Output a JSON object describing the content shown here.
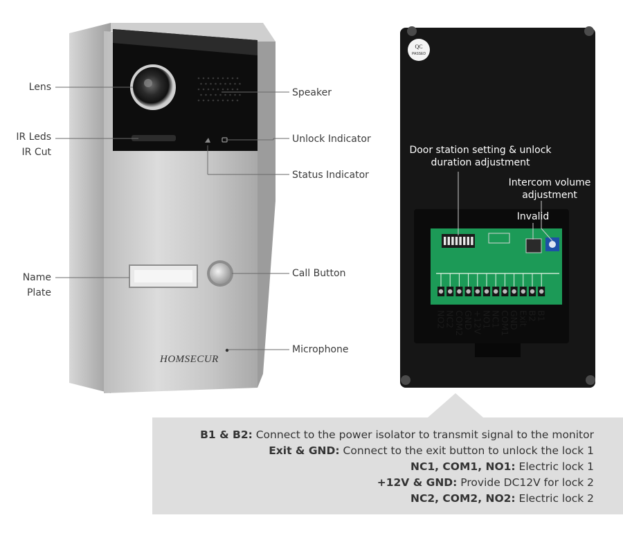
{
  "brand": "HOMSECUR",
  "qc_badge": {
    "line1": "QC",
    "line2": "PASSED"
  },
  "front_labels": {
    "lens": "Lens",
    "ir_leds": "IR Leds",
    "ir_cut": "IR Cut",
    "name": "Name",
    "plate": "Plate",
    "speaker": "Speaker",
    "unlock_indicator": "Unlock Indicator",
    "status_indicator": "Status Indicator",
    "call_button": "Call Button",
    "microphone": "Microphone"
  },
  "back_labels": {
    "dip_line1": "Door station setting & unlock",
    "dip_line2": "duration adjustment",
    "volume_line1": "Intercom volume",
    "volume_line2": "adjustment",
    "invalid": "Invalid"
  },
  "terminals": [
    "NO2",
    "NC2",
    "COM2",
    "GND",
    "+12V",
    "NO1",
    "NC1",
    "COM1",
    "GND",
    "Exit",
    "B2",
    "B1"
  ],
  "wiring": [
    {
      "term": "B1 & B2:",
      "desc": " Connect to the power isolator to transmit signal to the monitor"
    },
    {
      "term": "Exit & GND:",
      "desc": " Connect to the exit button to unlock the lock 1"
    },
    {
      "term": "NC1, COM1, NO1:",
      "desc": " Electric lock 1"
    },
    {
      "term": "+12V & GND:",
      "desc": " Provide DC12V for lock 2"
    },
    {
      "term": "NC2, COM2, NO2:",
      "desc": " Electric lock 2"
    }
  ],
  "colors": {
    "panel": "#dedede",
    "pcb": "#1c9a57",
    "housing": "#161616",
    "silver": "#c9c9c9",
    "knob": "#1e50a8"
  }
}
